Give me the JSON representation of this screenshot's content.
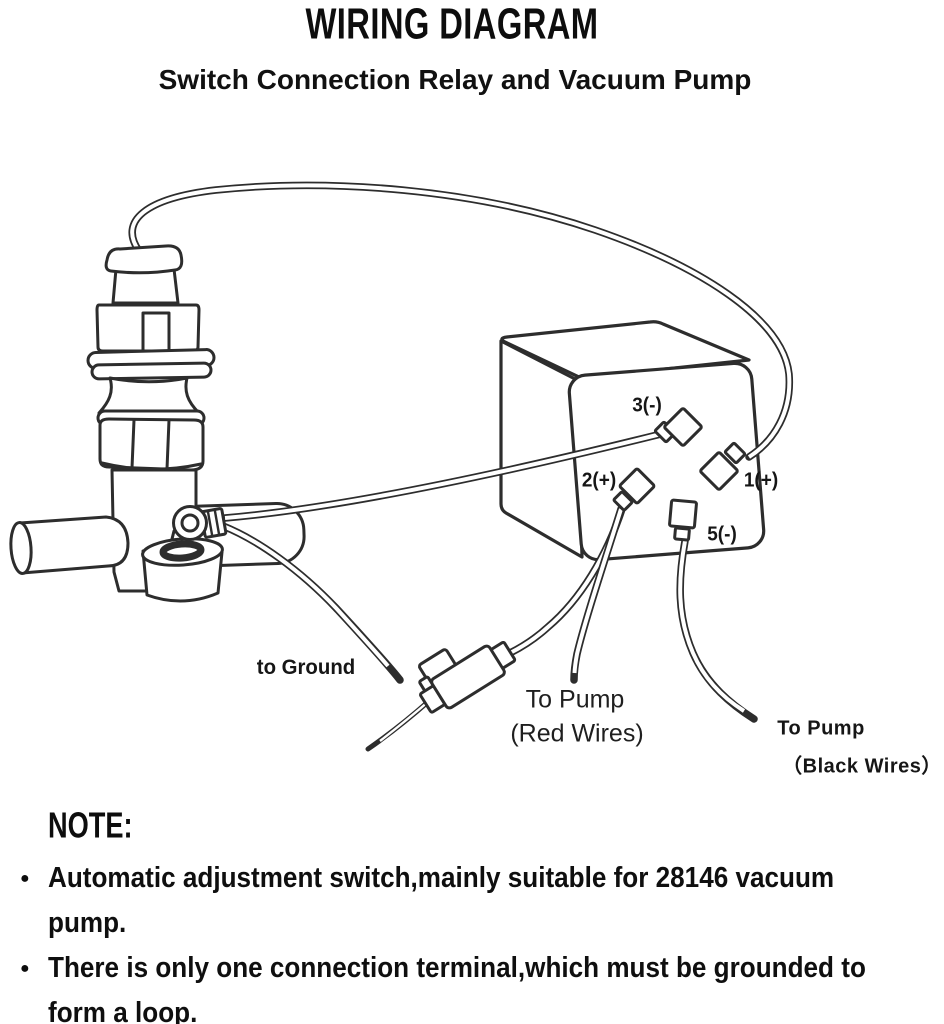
{
  "title": "WIRING DIAGRAM",
  "subtitle": "Switch Connection Relay and Vacuum Pump",
  "colors": {
    "background": "#ffffff",
    "line_ink": "#2d2d2d",
    "text_ink": "#0f0f0f"
  },
  "diagram": {
    "terminal_3": "3(-)",
    "terminal_2": "2(+)",
    "terminal_1": "1(+)",
    "terminal_5": "5(-)",
    "label_ground": "to Ground",
    "label_pump_red_line1": "To Pump",
    "label_pump_red_line2": "(Red Wires)",
    "label_pump_black_line1": "To Pump",
    "label_pump_black_line2": "（Black Wires）"
  },
  "note": {
    "heading": "NOTE:",
    "items": [
      "Automatic adjustment switch,mainly suitable for 28146 vacuum pump.",
      "There is only one connection terminal,which must be grounded to form a loop."
    ]
  }
}
